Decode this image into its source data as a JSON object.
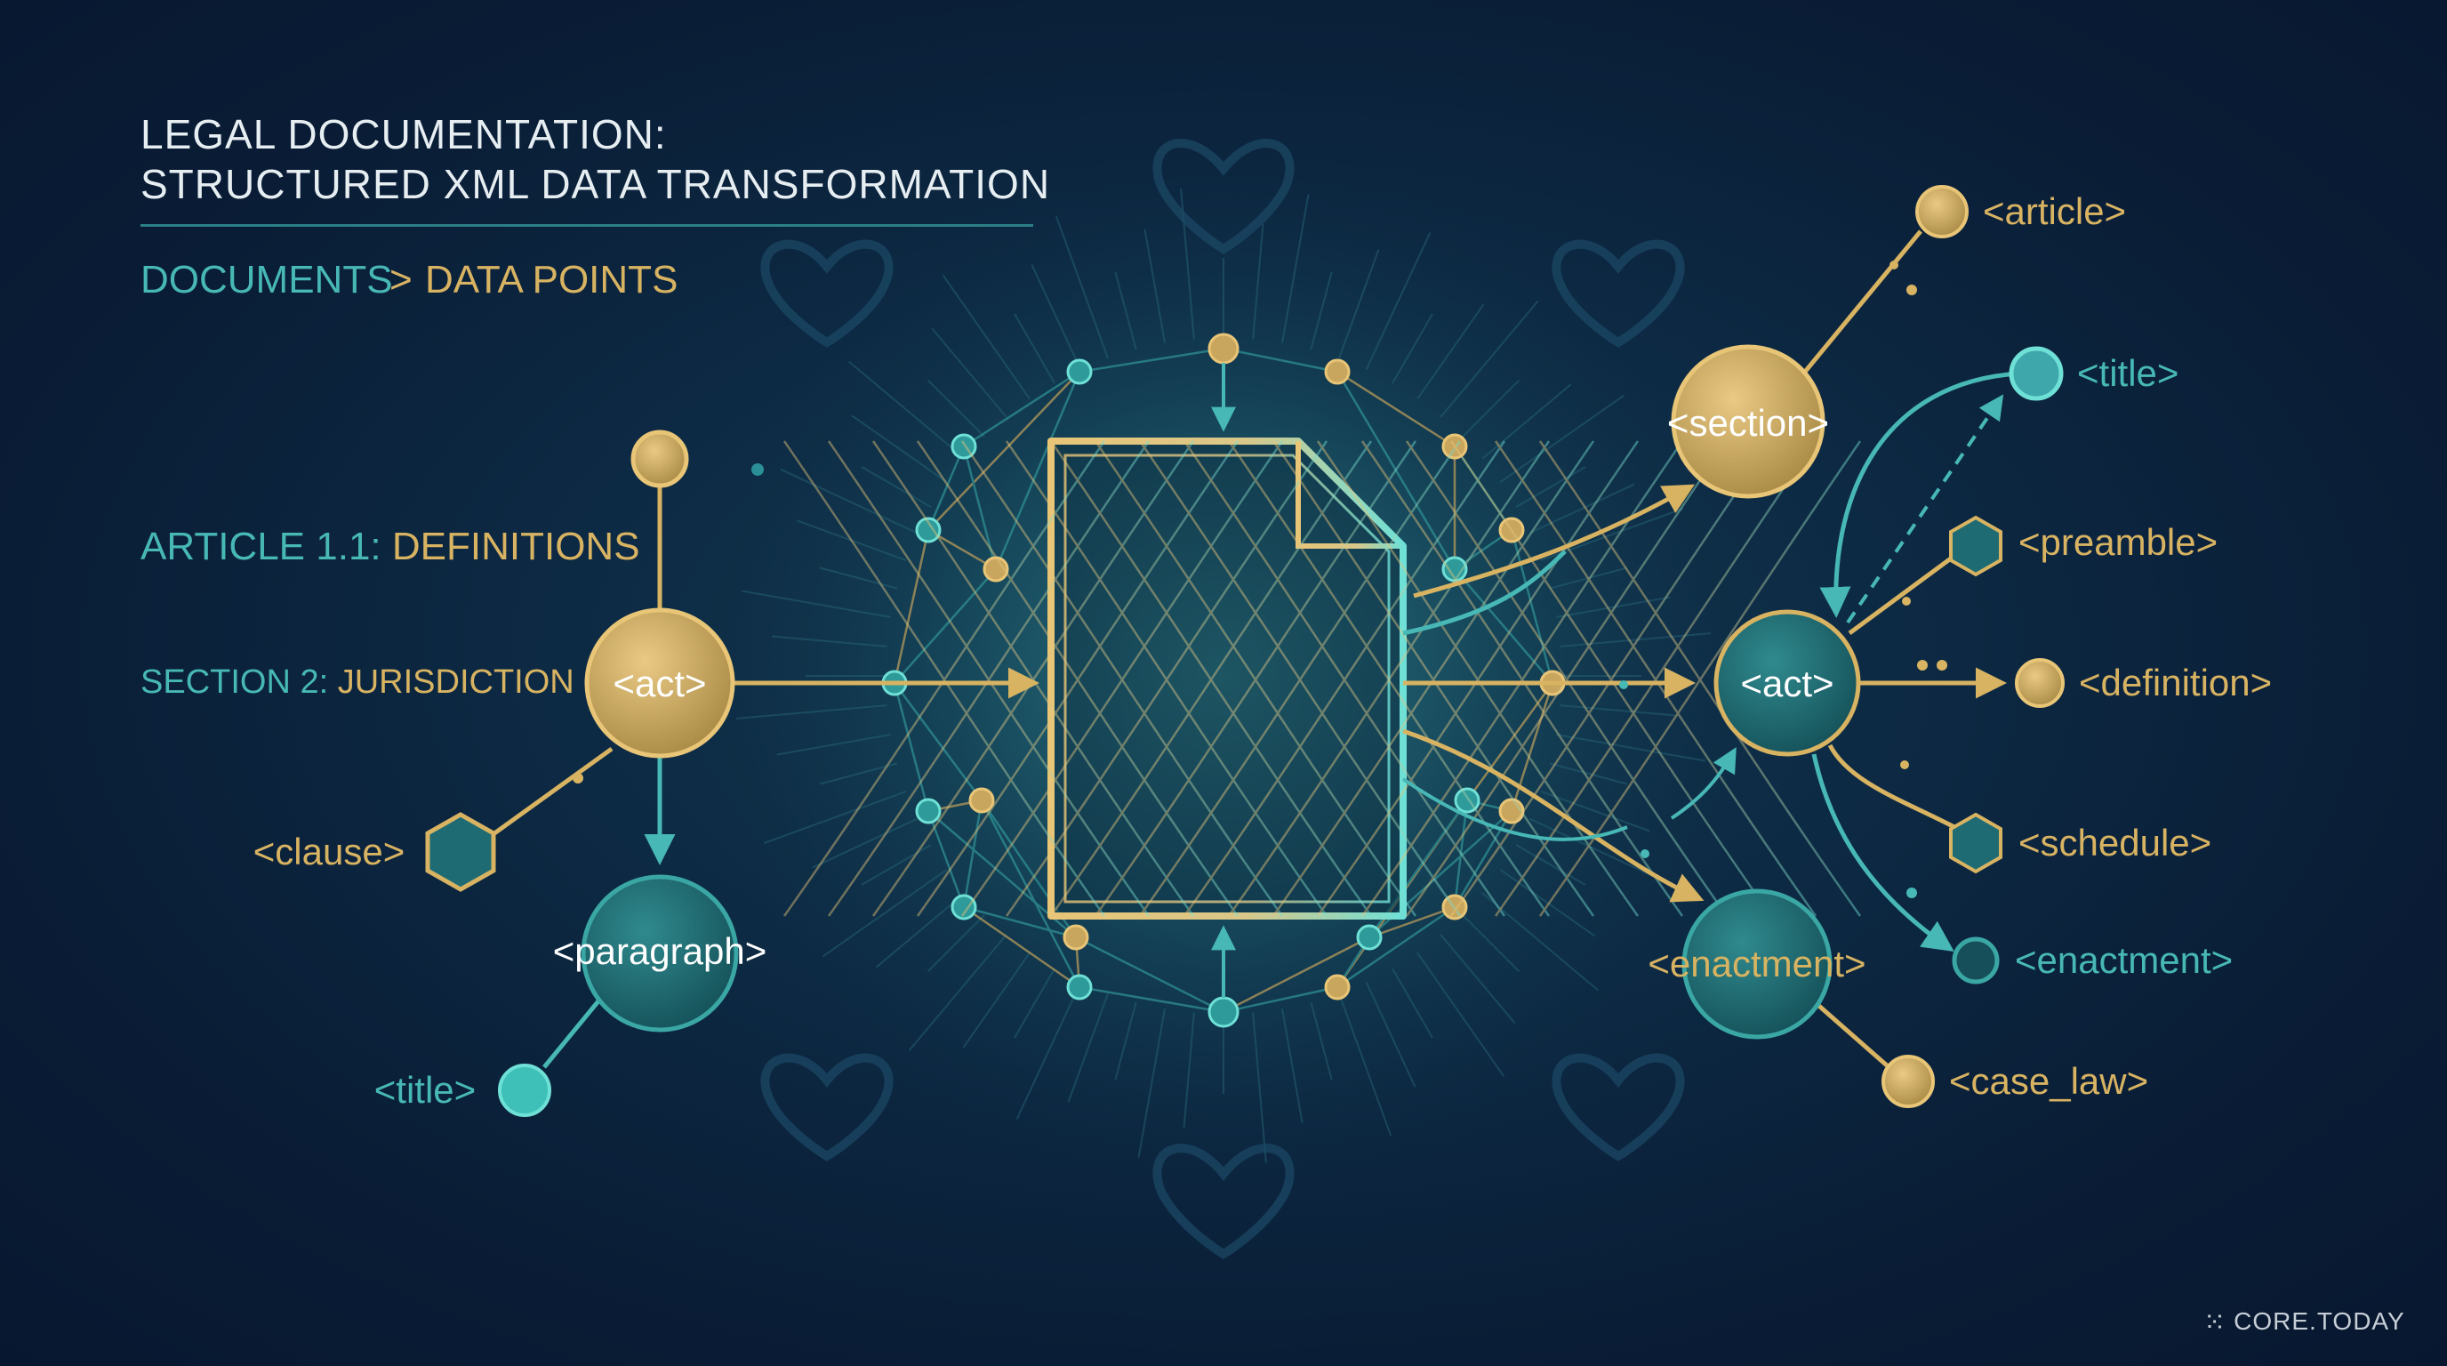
{
  "header": {
    "title_line1": "LEGAL DOCUMENTATION:",
    "title_line2": "STRUCTURED XML DATA TRANSFORMATION",
    "breadcrumb": {
      "from": "DOCUMENTS",
      "separator": ">",
      "to": "DATA POINTS"
    }
  },
  "left_labels": {
    "article": {
      "prefix": "ARTICLE 1.1: ",
      "rest": "DEFINITIONS"
    },
    "section": {
      "prefix": "SECTION 2: ",
      "rest": "JURISDICTION"
    }
  },
  "left_tree": {
    "root": "<act>",
    "clause": "<clause>",
    "paragraph": "<paragraph>",
    "title": "<title>"
  },
  "right_tree": {
    "section": "<section>",
    "article": "<article>",
    "title": "<title>",
    "act": "<act>",
    "preamble": "<preamble>",
    "definition": "<definition>",
    "schedule": "<schedule>",
    "enactment_node": "<enactment>",
    "enactment_leaf": "<enactment>",
    "case_law": "<case_law>"
  },
  "colors": {
    "background": "#0a1d36",
    "gold": "#d8b362",
    "teal": "#47b8b5",
    "white_text": "#e6eef2"
  },
  "brand": {
    "icon": "dot-grid-logo-icon",
    "name": "CORE.TODAY"
  }
}
